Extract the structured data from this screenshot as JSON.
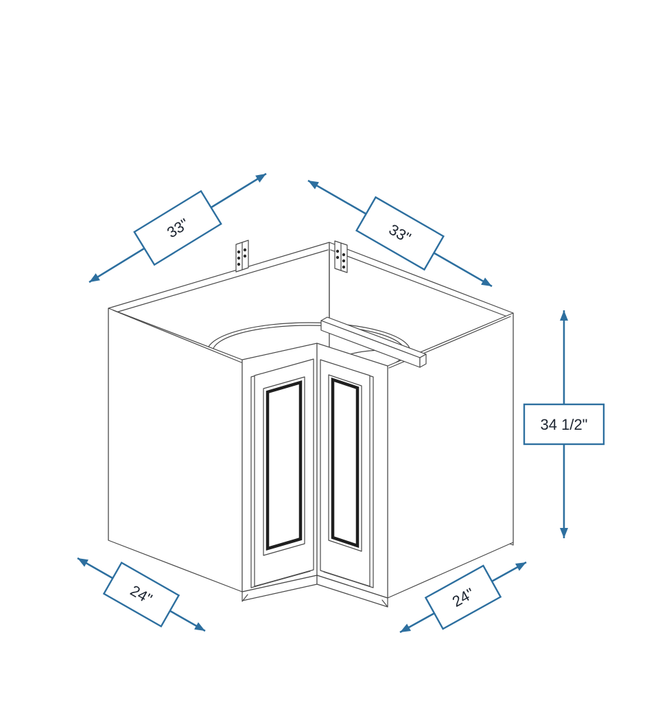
{
  "page": {
    "background_color": "#ffffff"
  },
  "drawing": {
    "name": "corner-base-cabinet-isometric-line-drawing",
    "line_color": "#474747",
    "accent_color": "#2d6f9f",
    "label_text_color": "#1c2430",
    "label_box_fill": "#ffffff"
  },
  "dimensions": {
    "top_left": {
      "label": "33\""
    },
    "top_right": {
      "label": "33\""
    },
    "right": {
      "label": "34 1/2\""
    },
    "bottom_left": {
      "label": "24\""
    },
    "bottom_right": {
      "label": "24\""
    }
  }
}
